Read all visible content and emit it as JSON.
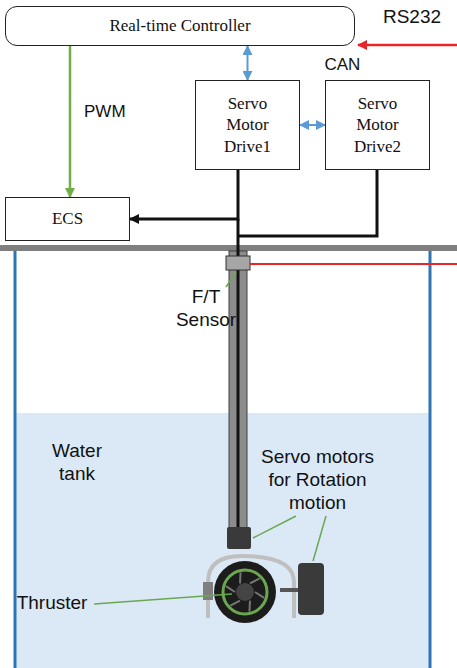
{
  "diagram": {
    "nodes": [
      {
        "text": [
          "Real-time Controller"
        ]
      },
      {
        "text": [
          "Servo Motor Drive1"
        ]
      },
      {
        "text": [
          "Servo Motor Drive2"
        ]
      },
      {
        "text": [
          "ECS"
        ]
      }
    ],
    "edges": [
      {
        "from": 0,
        "to": 1,
        "label": "CAN",
        "arrow": "both"
      },
      {
        "from": 0,
        "to": 3,
        "label": "PWM",
        "arrow": "to"
      },
      {
        "from": 1,
        "to": 2,
        "arrow": "both"
      },
      {
        "from": 1,
        "to": 3,
        "arrow": "to"
      }
    ],
    "labels": [
      "RS232",
      "F/T Sensor",
      "Water tank",
      "Servo motors for Rotation motion",
      "Thruster"
    ]
  }
}
